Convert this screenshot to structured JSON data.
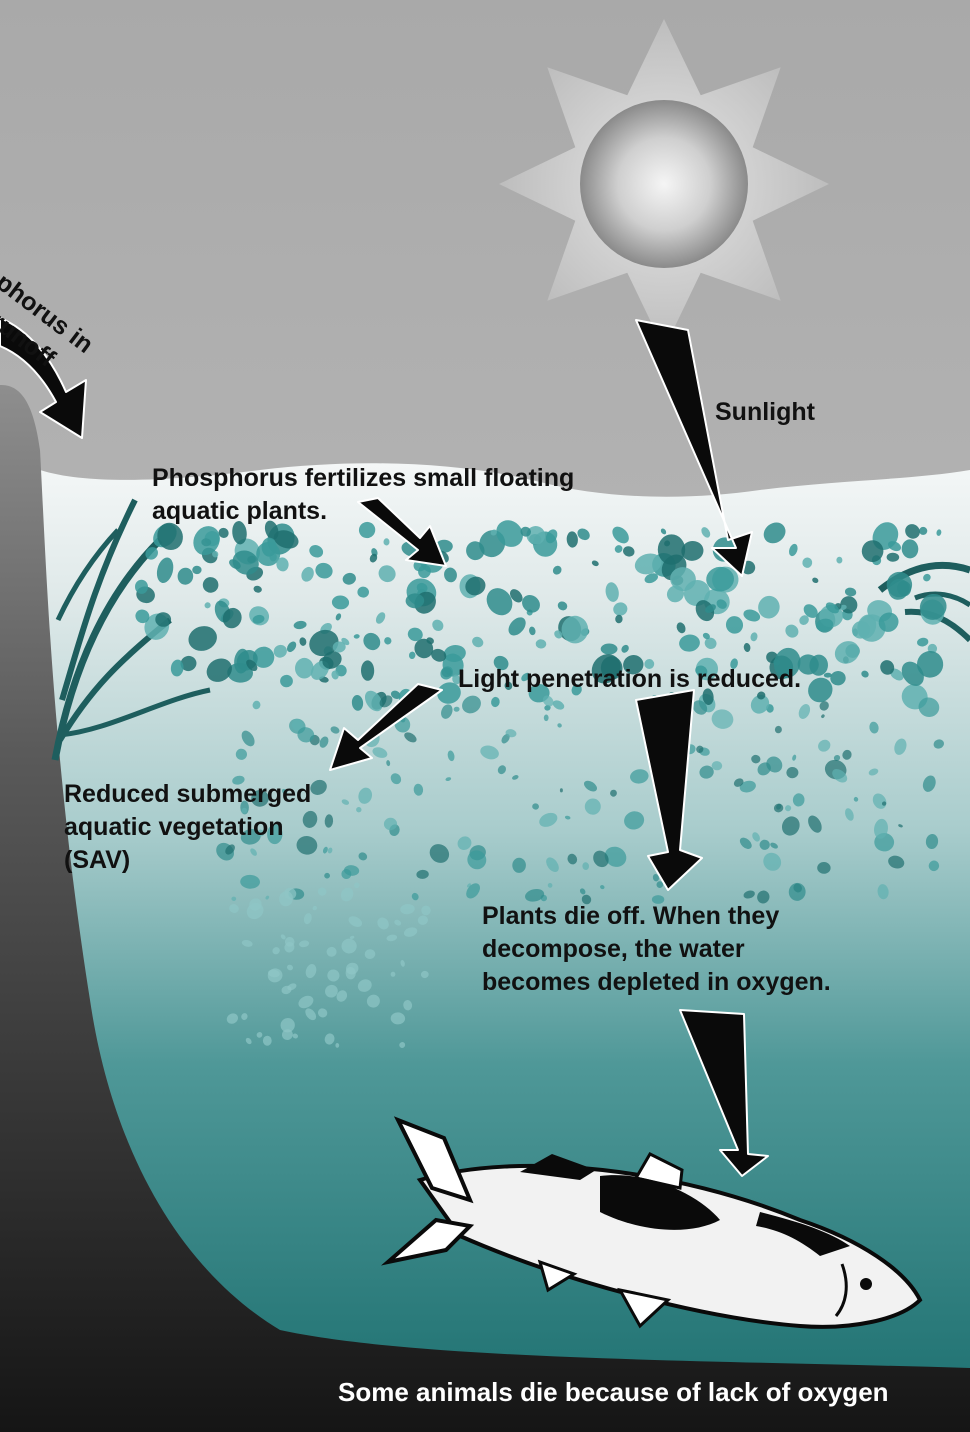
{
  "labels": {
    "runoff": [
      "osphorus in",
      "ace runoff"
    ],
    "sunlight": "Sunlight",
    "fertilize": [
      "Phosphorus fertilizes small floating",
      "aquatic plants."
    ],
    "light_reduced": "Light penetration is reduced.",
    "sav": [
      "Reduced submerged",
      "aquatic vegetation",
      "(SAV)"
    ],
    "die_off": [
      "Plants die off. When they",
      "decompose, the water",
      "becomes depleted in oxygen."
    ],
    "caption": "Some animals die because of lack of oxygen"
  },
  "icons": [
    "sun-icon",
    "fish-icon",
    "aquatic-plant-icon",
    "algae-icon",
    "arrow-icon"
  ],
  "colors": {
    "sky": "#b4b4b4",
    "water_top": "#eef3f3",
    "water_deep": "#1f7676",
    "sediment": "#1b1b1b",
    "algae": "#2f8c8c",
    "arrow": "#0a0a0a"
  }
}
